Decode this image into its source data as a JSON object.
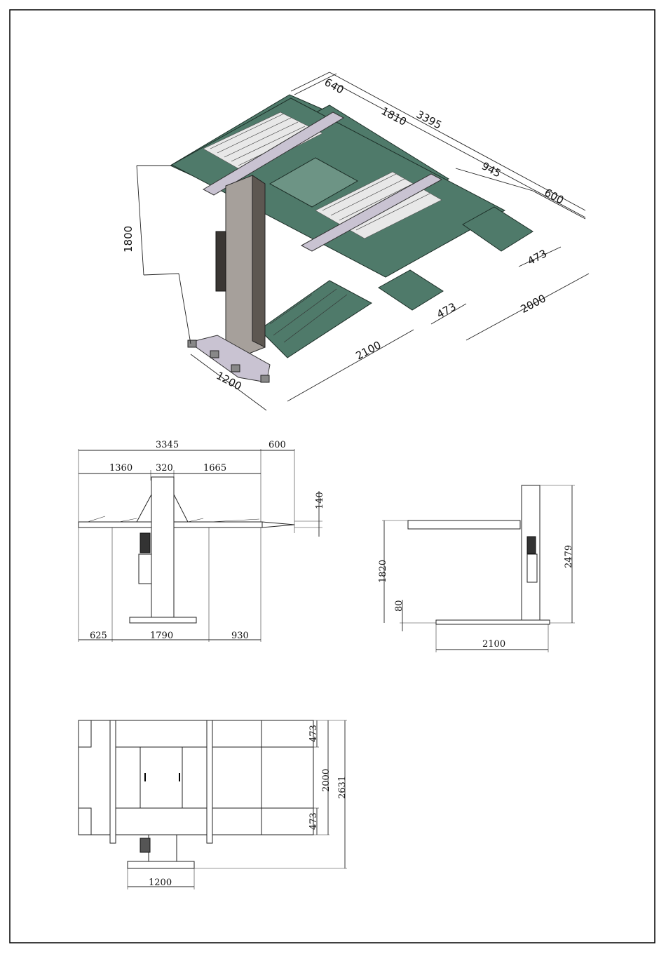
{
  "isometric_view": {
    "dims": {
      "d640": "640",
      "d1810": "1810",
      "d3395": "3395",
      "d945": "945",
      "d600": "600",
      "d473a": "473",
      "d473b": "473",
      "d2000": "2000",
      "d2100": "2100",
      "d1200": "1200",
      "d1800": "1800"
    }
  },
  "front_view": {
    "dims": {
      "d3345": "3345",
      "d600": "600",
      "d1360": "1360",
      "d320": "320",
      "d1665": "1665",
      "d140": "140",
      "d625": "625",
      "d1790": "1790",
      "d930": "930"
    }
  },
  "side_view": {
    "dims": {
      "d1820": "1820",
      "d80": "80",
      "d2479": "2479",
      "d2100": "2100"
    }
  },
  "top_view": {
    "dims": {
      "d473a": "473",
      "d2000": "2000",
      "d2631": "2631",
      "d473b": "473",
      "d1200": "1200"
    }
  },
  "colors": {
    "platform": "#4f7a6a",
    "column": "#a6a09b",
    "line": "#222222"
  }
}
